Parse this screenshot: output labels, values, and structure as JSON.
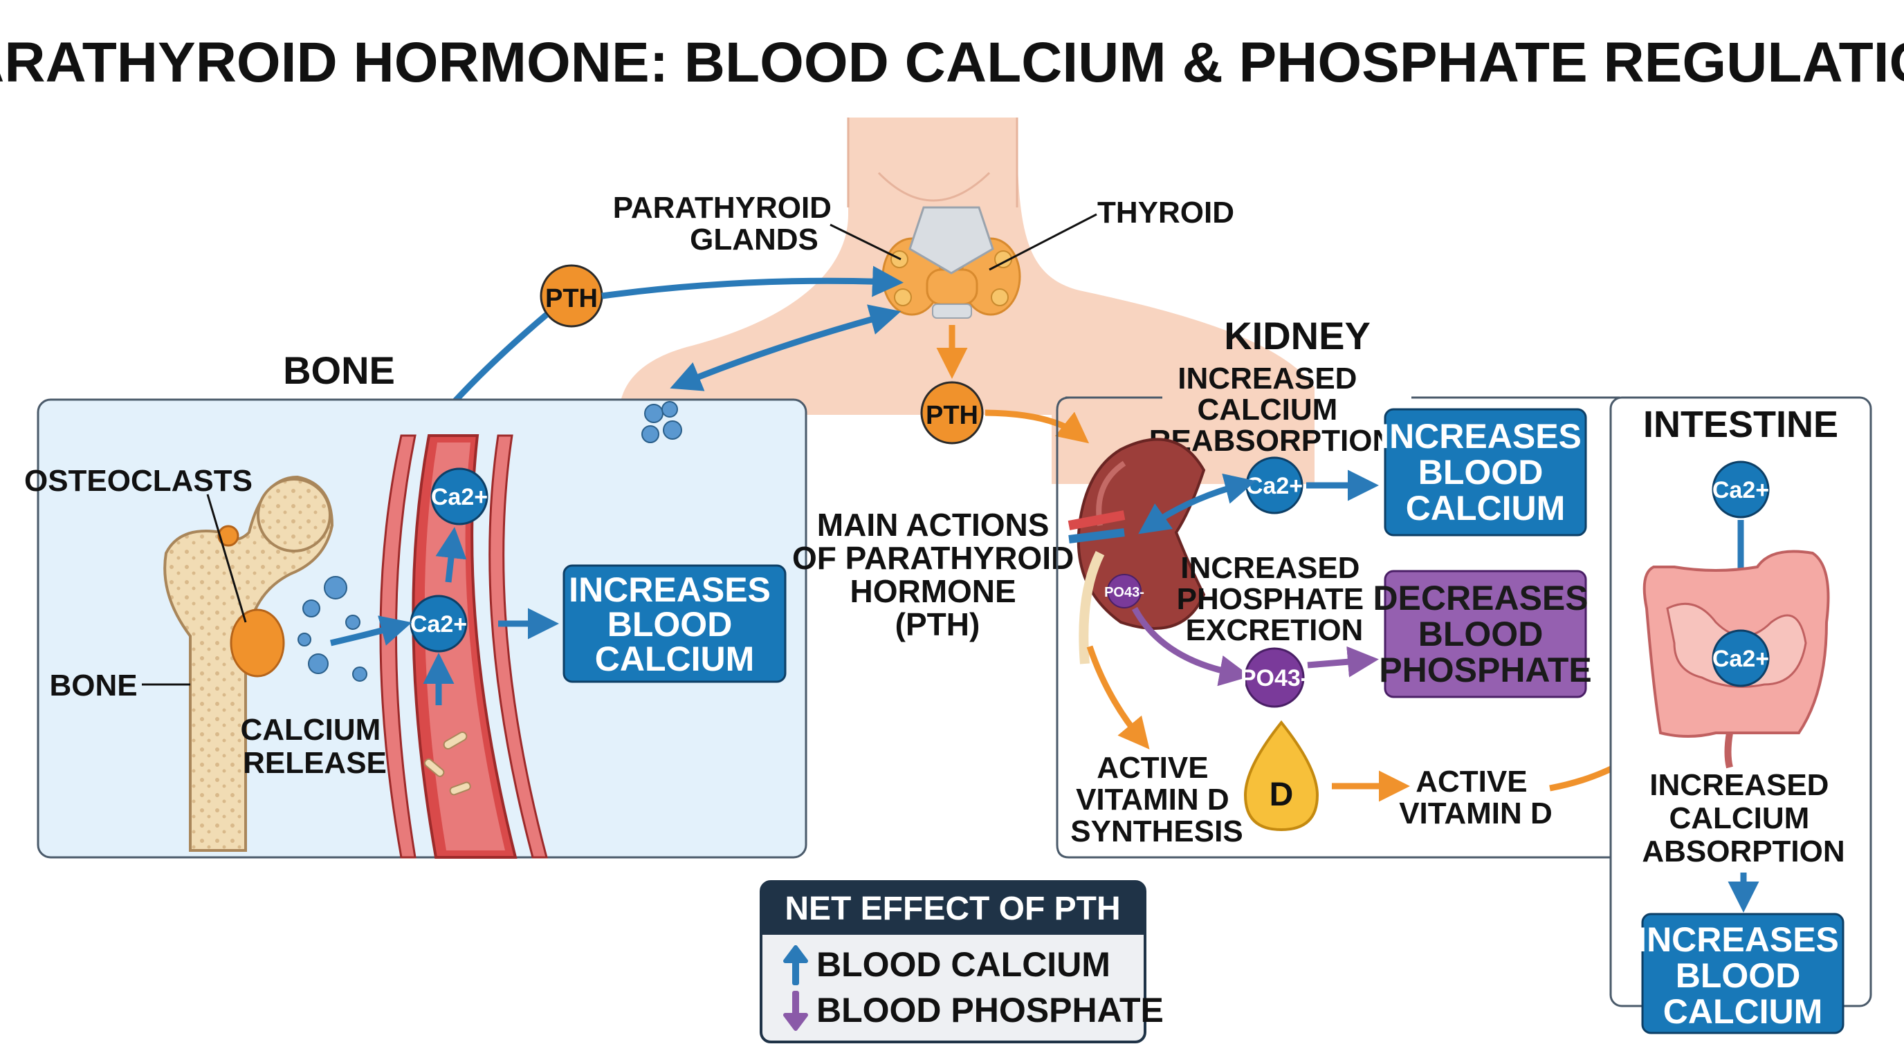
{
  "title": "PARATHYROID HORMONE: BLOOD CALCIUM & PHOSPHATE REGULATION",
  "neck": {
    "parathyroid_glands": [
      "PARATHYROID",
      "GLANDS"
    ],
    "thyroid": "THYROID",
    "pth": "PTH"
  },
  "bone_panel": {
    "heading": "BONE",
    "osteoclasts": "OSTEOCLASTS",
    "bone": "BONE",
    "calcium_release": [
      "CALCIUM",
      "RELEASE"
    ],
    "ion_top": "Ca2+",
    "ion_mid": "Ca2+",
    "result": [
      "INCREASES",
      "BLOOD",
      "CALCIUM"
    ]
  },
  "main_actions": [
    "MAIN ACTIONS",
    "OF PARATHYROID",
    "HORMONE",
    "(PTH)"
  ],
  "kidney_panel": {
    "heading": "KIDNEY",
    "reabsorption": [
      "INCREASED",
      "CALCIUM",
      "REABSORPTION"
    ],
    "ion_ca": "Ca2+",
    "result_calcium": [
      "INCREASES",
      "BLOOD",
      "CALCIUM"
    ],
    "excretion": [
      "INCREASED",
      "PHOSPHATE",
      "EXCRETION"
    ],
    "ion_po4_small": "PO43-",
    "ion_po4": "PO43-",
    "result_phosphate": [
      "DECREASES",
      "BLOOD",
      "PHOSPHATE"
    ],
    "vitd_synthesis": [
      "ACTIVE",
      "VITAMIN D",
      "SYNTHESIS"
    ],
    "vitd_drop": "D",
    "active_vitd": [
      "ACTIVE",
      "VITAMIN D"
    ]
  },
  "intestine_panel": {
    "heading": "INTESTINE",
    "ion_top": "Ca2+",
    "ion_gut": "Ca2+",
    "absorption": [
      "INCREASED",
      "CALCIUM",
      "ABSORPTION"
    ],
    "result": [
      "INCREASES",
      "BLOOD",
      "CALCIUM"
    ]
  },
  "net_effect": {
    "heading": "NET EFFECT OF PTH",
    "up": "BLOOD CALCIUM",
    "down": "BLOOD PHOSPHATE"
  },
  "colors": {
    "blue_box": "#1878b8",
    "purple_box": "#9560b0",
    "orange": "#f0922c",
    "blue_arrow": "#2a7ab8",
    "purple_arrow": "#8a5aa8",
    "panel_bg": "#e3f1fb",
    "skin": "#f8d4c0",
    "vessel": "#d94a4a"
  }
}
